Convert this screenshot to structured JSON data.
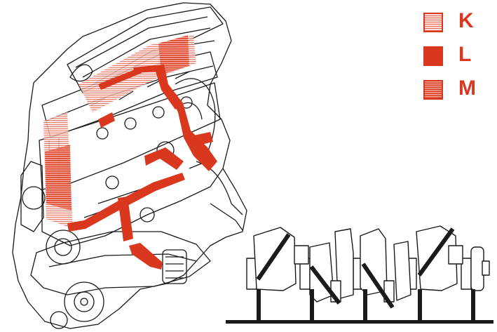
{
  "colors": {
    "accent": "#d9381e",
    "line": "#1a1a1a"
  },
  "legend": [
    {
      "label": "K",
      "pattern": "fine-stripes"
    },
    {
      "label": "L",
      "pattern": "solid"
    },
    {
      "label": "M",
      "pattern": "coarse-stripes"
    }
  ]
}
